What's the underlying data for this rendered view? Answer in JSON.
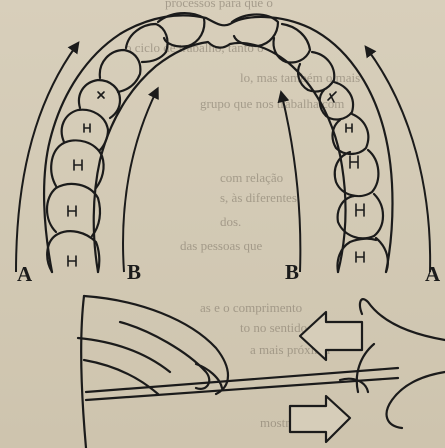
{
  "labels": {
    "a_left": "A",
    "b_left": "B",
    "b_right": "B",
    "a_right": "A"
  },
  "background_text": [
    "processos para que o",
    "o ciclo de trabalho, tanto o",
    "lo, mas também o mais",
    "grupo que nos trabalha com",
    "com relação",
    "s, às diferentes",
    "dos.",
    "das pessoas que",
    "as e o comprimento",
    "to no sentido",
    "a mais próxima",
    "mostrado na"
  ]
}
